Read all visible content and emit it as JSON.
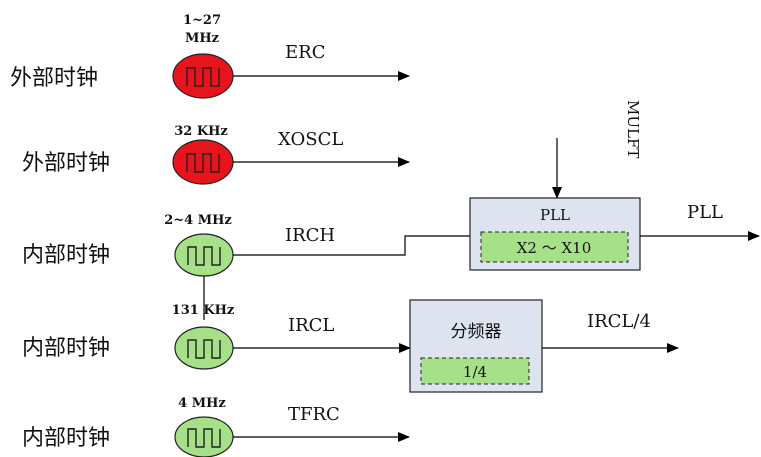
{
  "colors": {
    "external_osc": "#e8141b",
    "internal_osc": "#a6e089",
    "block_fill": "#dde4f0",
    "inner_fill": "#a6e089",
    "line": "#000000"
  },
  "sources": [
    {
      "id": "erc",
      "label": "外部时钟",
      "freq_line1": "1~27",
      "freq_line2": "MHz",
      "signal": "ERC",
      "kind": "external"
    },
    {
      "id": "xoscl",
      "label": "外部时钟",
      "freq_line1": "32 KHz",
      "freq_line2": "",
      "signal": "XOSCL",
      "kind": "external"
    },
    {
      "id": "irch",
      "label": "内部时钟",
      "freq_line1": "2~4 MHz",
      "freq_line2": "",
      "signal": "IRCH",
      "kind": "internal"
    },
    {
      "id": "ircl",
      "label": "内部时钟",
      "freq_line1": "131 KHz",
      "freq_line2": "",
      "signal": "IRCL",
      "kind": "internal"
    },
    {
      "id": "tfrc",
      "label": "内部时钟",
      "freq_line1": "4 MHz",
      "freq_line2": "",
      "signal": "TFRC",
      "kind": "internal"
    }
  ],
  "pll": {
    "title": "PLL",
    "range": "X2 ～ X10",
    "control": "MULFT",
    "output": "PLL"
  },
  "divider": {
    "title": "分频器",
    "ratio": "1/4",
    "output": "IRCL/4"
  }
}
